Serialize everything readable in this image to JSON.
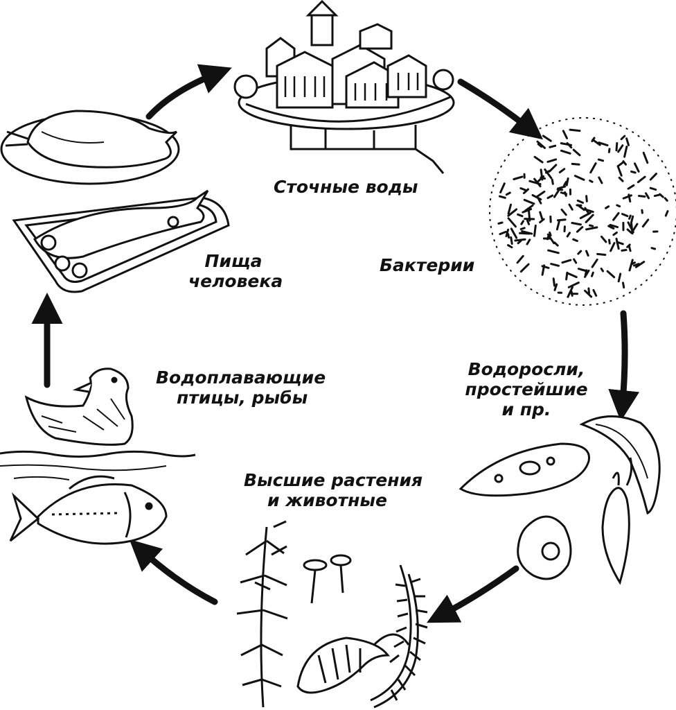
{
  "diagram": {
    "stages": {
      "sewage": {
        "label": "Сточные воды"
      },
      "bacteria": {
        "label": "Бактерии"
      },
      "algae": {
        "lines": [
          "Водоросли,",
          "простейшие",
          "и пр."
        ]
      },
      "higher": {
        "lines": [
          "Высшие растения",
          "и животные"
        ]
      },
      "waterfowl": {
        "lines": [
          "Водоплавающие",
          "птицы, рыбы"
        ]
      },
      "food": {
        "lines": [
          "Пища",
          "человека"
        ]
      }
    },
    "ink_color": "#111111",
    "background_color": "#ffffff",
    "illustrations": [
      "town-icon",
      "bacteria-icon",
      "protozoa-icon",
      "plants-icon",
      "duck-icon",
      "fish-icon",
      "roast-bird-icon",
      "fish-dish-icon"
    ]
  }
}
